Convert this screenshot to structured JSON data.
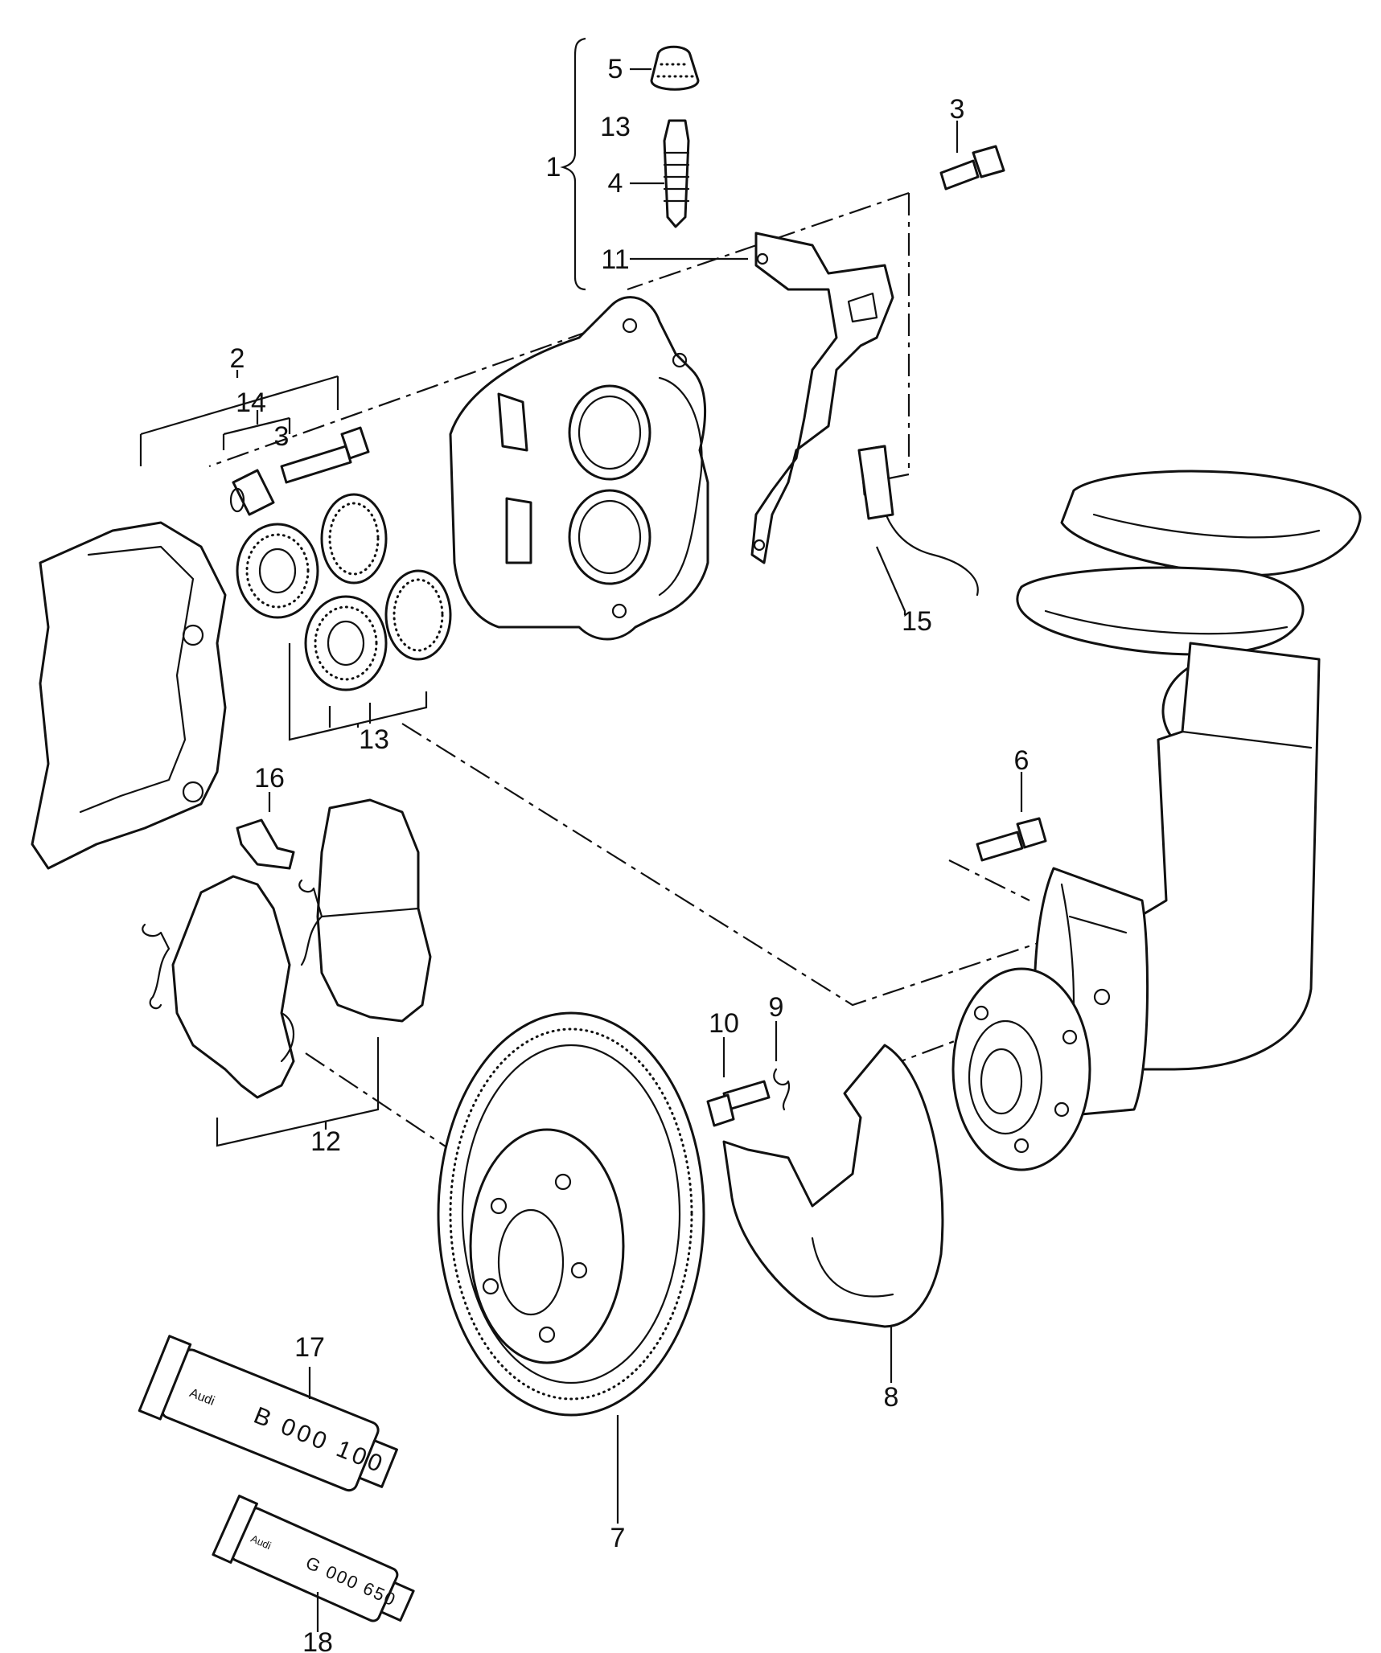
{
  "callouts": [
    {
      "id": "c1",
      "text": "1"
    },
    {
      "id": "c2",
      "text": "2"
    },
    {
      "id": "c3a",
      "text": "3"
    },
    {
      "id": "c3b",
      "text": "3"
    },
    {
      "id": "c4",
      "text": "4"
    },
    {
      "id": "c5",
      "text": "5"
    },
    {
      "id": "c6",
      "text": "6"
    },
    {
      "id": "c7",
      "text": "7"
    },
    {
      "id": "c8",
      "text": "8"
    },
    {
      "id": "c9",
      "text": "9"
    },
    {
      "id": "c10",
      "text": "10"
    },
    {
      "id": "c11",
      "text": "11"
    },
    {
      "id": "c12",
      "text": "12"
    },
    {
      "id": "c13a",
      "text": "13"
    },
    {
      "id": "c13b",
      "text": "13"
    },
    {
      "id": "c14",
      "text": "14"
    },
    {
      "id": "c15",
      "text": "15"
    },
    {
      "id": "c16",
      "text": "16"
    },
    {
      "id": "c17",
      "text": "17"
    },
    {
      "id": "c18",
      "text": "18"
    }
  ],
  "tubes": {
    "grease_large_code": "B 000 100",
    "grease_small_code": "G 000 650",
    "brand_text": "Audi"
  }
}
